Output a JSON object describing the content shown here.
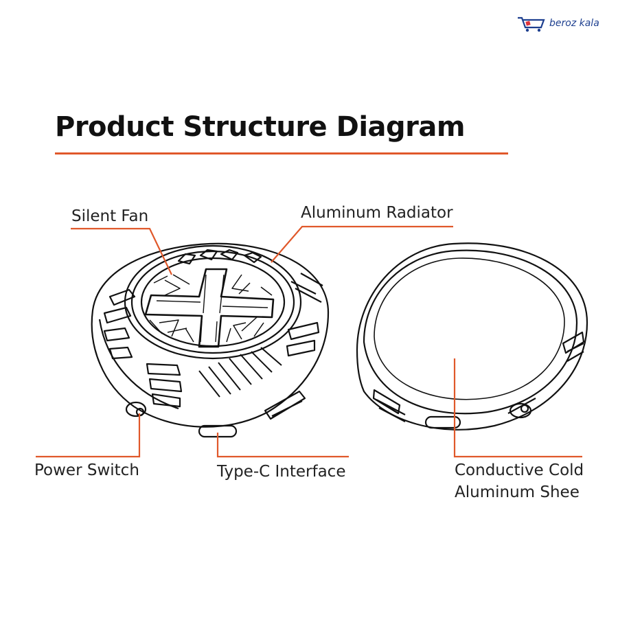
{
  "brand": {
    "name": "beroz kala"
  },
  "title": "Product Structure Diagram",
  "labels": {
    "silent_fan": "Silent Fan",
    "aluminum_radiator": "Aluminum Radiator",
    "power_switch": "Power Switch",
    "type_c_interface": "Type-C Interface",
    "conductive_cold_line1": "Conductive Cold",
    "conductive_cold_line2": "Aluminum Shee"
  },
  "colors": {
    "accent": "#e0582a",
    "line_art": "#111111",
    "brand_blue": "#1d3f8f",
    "brand_red": "#e0343a"
  }
}
